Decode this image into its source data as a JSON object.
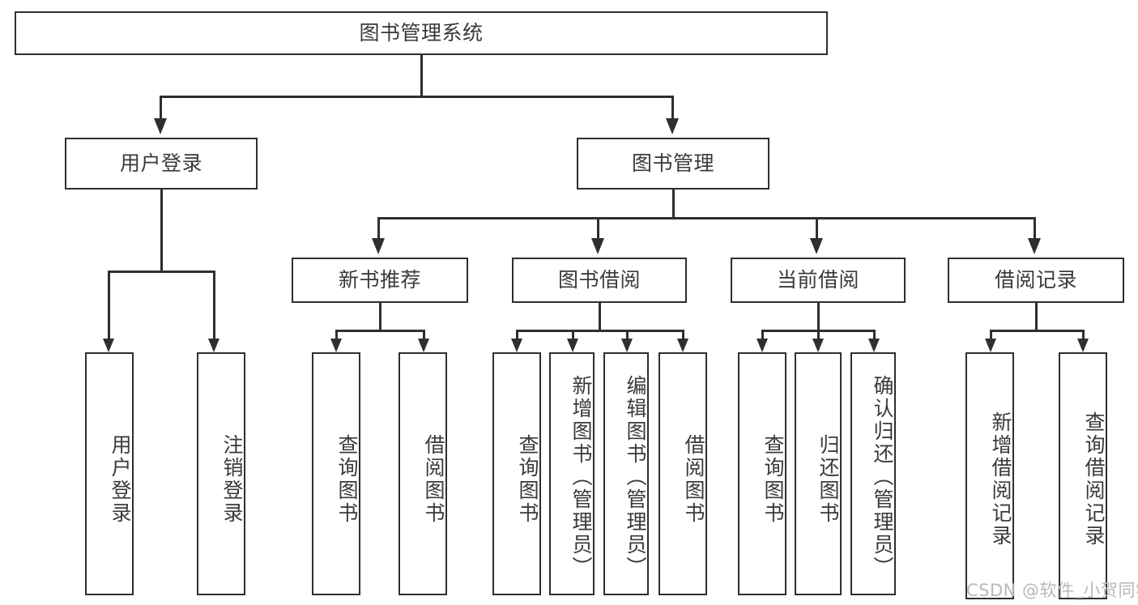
{
  "diagram": {
    "type": "tree-hierarchy",
    "title": "图书管理系统",
    "root": {
      "label": "图书管理系统"
    },
    "level1": [
      {
        "label": "用户登录"
      },
      {
        "label": "图书管理"
      }
    ],
    "level2": [
      {
        "label": "新书推荐"
      },
      {
        "label": "图书借阅"
      },
      {
        "label": "当前借阅"
      },
      {
        "label": "借阅记录"
      }
    ],
    "leaves": {
      "user_login": [
        {
          "label": "用户登录"
        },
        {
          "label": "注销登录"
        }
      ],
      "new_book_recommend": [
        {
          "label": "查询图书"
        },
        {
          "label": "借阅图书"
        }
      ],
      "book_borrow": [
        {
          "label": "查询图书"
        },
        {
          "label": "新增图书（管理员）"
        },
        {
          "label": "编辑图书（管理员）"
        },
        {
          "label": "借阅图书"
        }
      ],
      "current_borrow": [
        {
          "label": "查询图书"
        },
        {
          "label": "归还图书"
        },
        {
          "label": "确认归还（管理员）"
        }
      ],
      "borrow_record": [
        {
          "label": "新增借阅记录"
        },
        {
          "label": "查询借阅记录"
        }
      ]
    }
  },
  "watermark": {
    "text": "CSDN @软件_小贺同学"
  },
  "colors": {
    "stroke": "#2f2f2f",
    "text": "#3a3a3a",
    "background": "#ffffff",
    "watermark": "#b9b9b9"
  }
}
